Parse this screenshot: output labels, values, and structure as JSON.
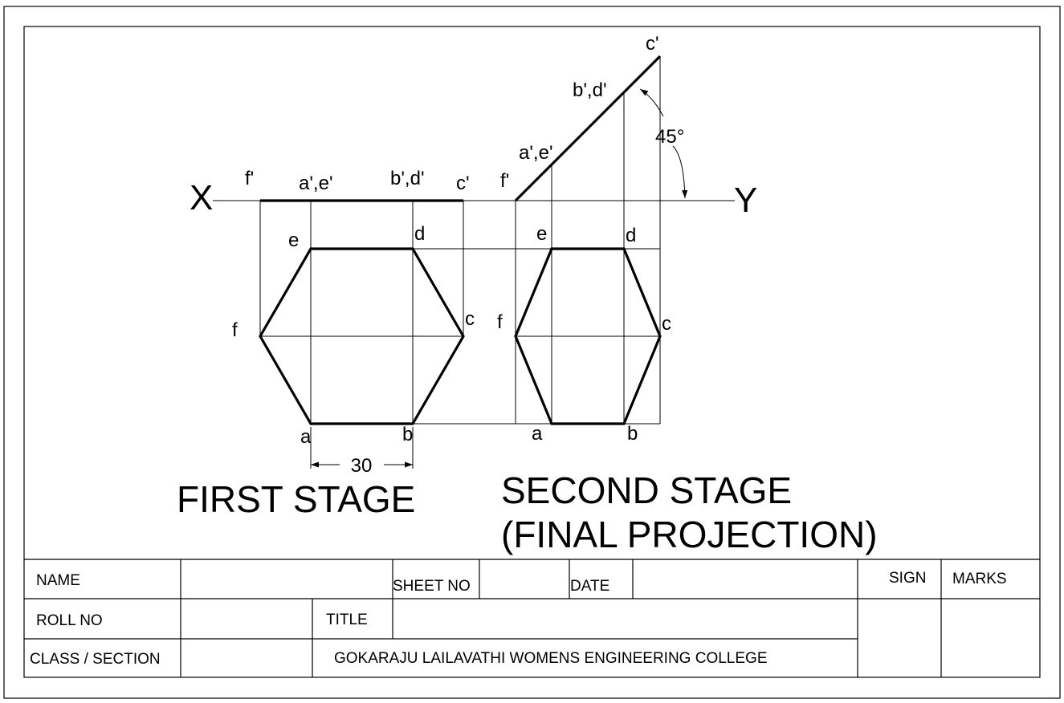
{
  "axis": {
    "x_label": "X",
    "y_label": "Y"
  },
  "first_stage": {
    "elevation_labels": [
      "f'",
      "a',e'",
      "b',d'",
      "c'"
    ],
    "plan_labels": {
      "a": "a",
      "b": "b",
      "c": "c",
      "d": "d",
      "e": "e",
      "f": "f"
    },
    "dimension": "30",
    "caption": "FIRST STAGE"
  },
  "second_stage": {
    "elevation_labels": [
      "f'",
      "a',e'",
      "b',d'",
      "c'"
    ],
    "angle": "45°",
    "plan_labels": {
      "a": "a",
      "b": "b",
      "c": "c",
      "d": "d",
      "e": "e",
      "f": "f"
    },
    "caption_line1": "SECOND STAGE",
    "caption_line2": "(FINAL PROJECTION)"
  },
  "title_block": {
    "name": "NAME",
    "sheet_no": "SHEET NO",
    "date": "DATE",
    "sign": "SIGN",
    "marks": "MARKS",
    "roll_no": "ROLL NO",
    "title": "TITLE",
    "class_section": "CLASS / SECTION",
    "college": "GOKARAJU  LAILAVATHI  WOMENS  ENGINEERING  COLLEGE"
  }
}
